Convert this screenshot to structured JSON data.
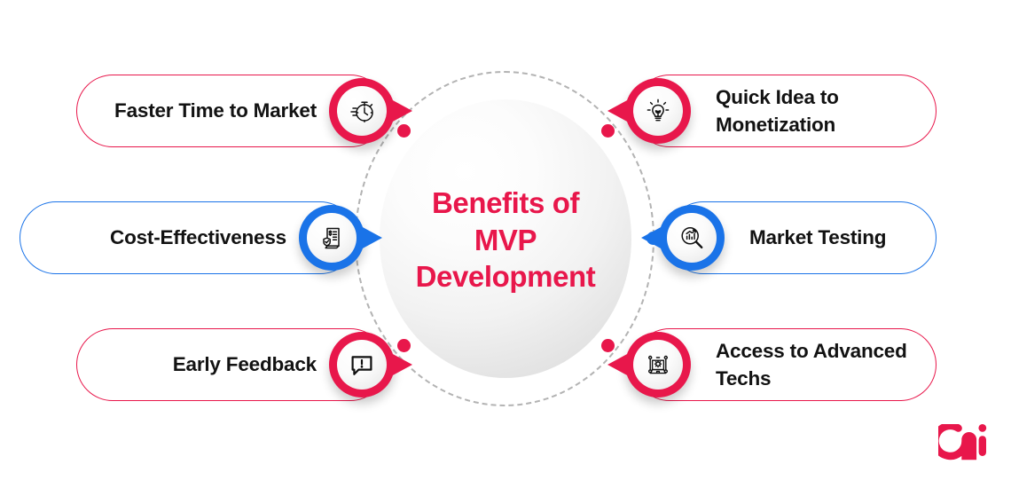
{
  "center": {
    "title_lines": [
      "Benefits of",
      "MVP",
      "Development"
    ],
    "accent_color": "#e8174b",
    "sphere_gradient": [
      "#ffffff",
      "#d8d8d8"
    ],
    "ring_style": "dashed",
    "ring_color": "#b3b3b3"
  },
  "palette": {
    "crimson": "#e8174b",
    "blue": "#1a73e8",
    "text": "#121212",
    "background": "#ffffff"
  },
  "cards": [
    {
      "id": "faster-time-to-market",
      "label": "Faster Time to Market",
      "color": "#e8174b",
      "theme": "crimson",
      "side": "left",
      "position": "top",
      "icon": "stopwatch-icon"
    },
    {
      "id": "quick-idea-to-monetization",
      "label": "Quick Idea to Monetization",
      "color": "#e8174b",
      "theme": "crimson",
      "side": "right",
      "position": "top",
      "icon": "lightbulb-idea-icon"
    },
    {
      "id": "cost-effectiveness",
      "label": "Cost-Effectiveness",
      "color": "#1a73e8",
      "theme": "blue",
      "side": "left",
      "position": "middle",
      "icon": "invoice-shield-icon"
    },
    {
      "id": "market-testing",
      "label": "Market Testing",
      "color": "#1a73e8",
      "theme": "blue",
      "side": "right",
      "position": "middle",
      "icon": "magnifier-chart-icon"
    },
    {
      "id": "early-feedback",
      "label": "Early Feedback",
      "color": "#e8174b",
      "theme": "crimson",
      "side": "left",
      "position": "bottom",
      "icon": "speech-bubble-alert-icon"
    },
    {
      "id": "access-to-advanced-techs",
      "label": "Access to Advanced Techs",
      "color": "#e8174b",
      "theme": "crimson",
      "side": "right",
      "position": "bottom",
      "icon": "laptop-gear-icon"
    }
  ],
  "connector_dots": [
    {
      "id": "dot-top-left",
      "color": "#e8174b"
    },
    {
      "id": "dot-top-right",
      "color": "#e8174b"
    },
    {
      "id": "dot-middle-left",
      "color": "#1a73e8"
    },
    {
      "id": "dot-middle-right",
      "color": "#1a73e8"
    },
    {
      "id": "dot-bottom-left",
      "color": "#e8174b"
    },
    {
      "id": "dot-bottom-right",
      "color": "#e8174b"
    }
  ],
  "brand": {
    "logo_icon": "brand-mi-logo",
    "logo_color": "#e8174b"
  }
}
